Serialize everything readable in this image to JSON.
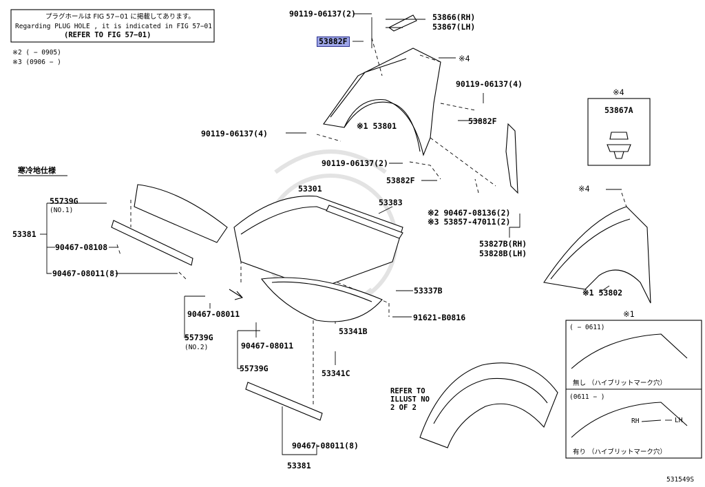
{
  "notice": {
    "line_jp": "プラグホールは FIG 57−01 に掲載してあります。",
    "line_en": "Regarding  PLUG  HOLE , it is indicated in  FIG  57−01",
    "line_ref": "(REFER  TO  FIG 57−01)"
  },
  "notes": {
    "n2": "※2 (      − 0905)",
    "n3": "※3 (0906 −      )"
  },
  "cold_spec": "寒冷地仕様",
  "labels": {
    "bolt_top": "90119-06137(2)",
    "p53866": "53866(RH)",
    "p53867": "53867(LH)",
    "p53882f_hl": "53882F",
    "mark4_top": "※4",
    "bolt_right": "90119-06137(4)",
    "p53882f_right": "53882F",
    "p53801": "※1 53801",
    "bolt_left": "90119-06137(4)",
    "bolt_mid": "90119-06137(2)",
    "p53882f_low": "53882F",
    "p53301": "53301",
    "p53383": "53383",
    "clip_90467_08136": "※2 90467-08136(2)",
    "clip_53857": "※3 53857-47011(2)",
    "p53827b": "53827B(RH)",
    "p53828b": "53828B(LH)",
    "p55739g_no1": "55739G",
    "p55739g_no1_sub": "(NO.1)",
    "p53381_left": "53381",
    "clip_08108": "90467-08108",
    "clip_08011_8": "90467-08011(8)",
    "clip_08011_a": "90467-08011",
    "p55739g_no2": "55739G",
    "p55739g_no2_sub": "(NO.2)",
    "clip_08011_b": "90467-08011",
    "p55739g_mid": "55739G",
    "p53337b": "53337B",
    "p91621": "91621-B0816",
    "p53341b": "53341B",
    "p53341c": "53341C",
    "refer_note": "REFER TO\nILLUST NO\n2 OF 2",
    "clip_08011_8_bottom": "90467-08011(8)",
    "p53381_bottom": "53381",
    "mark4_right": "※4",
    "p53802": "※1 53802",
    "inset4_title": "※4",
    "inset4_part": "53867A",
    "inset1_title": "※1",
    "inset1_top_range": "(      − 0611)",
    "inset1_top_caption": "無し （ハイブリットマーク穴）",
    "inset1_bot_range": "(0611 −      )",
    "inset1_rh": "RH",
    "inset1_lh": "LH",
    "inset1_bot_caption": "有り （ハイブリットマーク穴）",
    "figure_code": "531549S"
  }
}
